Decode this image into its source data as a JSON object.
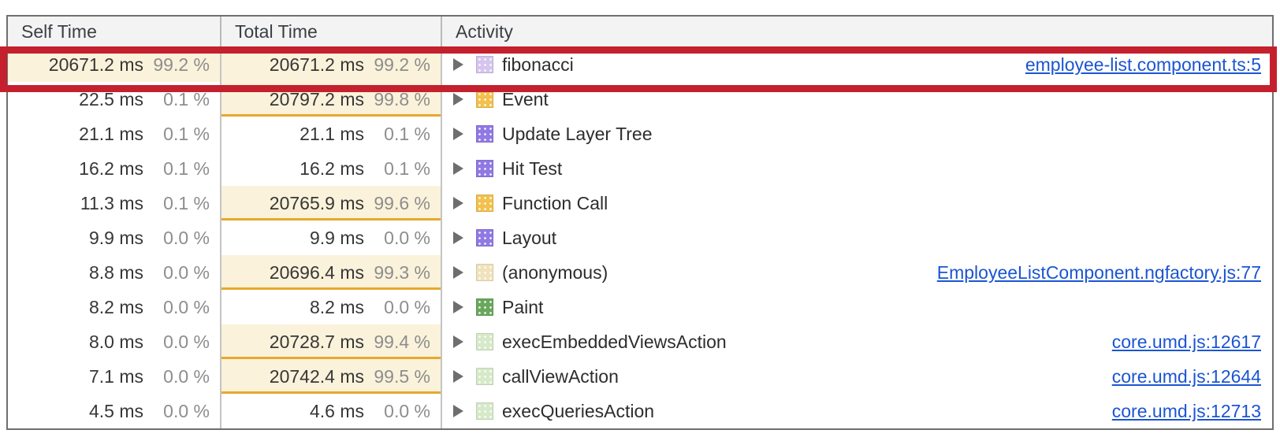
{
  "table": {
    "header": {
      "self_time": "Self Time",
      "total_time": "Total Time",
      "activity": "Activity"
    },
    "rows": [
      {
        "self": {
          "ms": "20671.2 ms",
          "pct": "99.2 %",
          "highlighted": true,
          "bar": false
        },
        "total": {
          "ms": "20671.2 ms",
          "pct": "99.2 %",
          "highlighted": true,
          "bar": false
        },
        "icon": {
          "name": "js-frame-icon",
          "color": "#d5c5ee"
        },
        "label": "fibonacci",
        "link": "employee-list.component.ts:5"
      },
      {
        "self": {
          "ms": "22.5 ms",
          "pct": "0.1 %",
          "highlighted": false,
          "bar": false
        },
        "total": {
          "ms": "20797.2 ms",
          "pct": "99.8 %",
          "highlighted": true,
          "bar": true
        },
        "icon": {
          "name": "event-icon",
          "color": "#f2c14e"
        },
        "label": "Event",
        "link": ""
      },
      {
        "self": {
          "ms": "21.1 ms",
          "pct": "0.1 %",
          "highlighted": false,
          "bar": false
        },
        "total": {
          "ms": "21.1 ms",
          "pct": "0.1 %",
          "highlighted": false,
          "bar": false
        },
        "icon": {
          "name": "rendering-icon",
          "color": "#9179e4"
        },
        "label": "Update Layer Tree",
        "link": ""
      },
      {
        "self": {
          "ms": "16.2 ms",
          "pct": "0.1 %",
          "highlighted": false,
          "bar": false
        },
        "total": {
          "ms": "16.2 ms",
          "pct": "0.1 %",
          "highlighted": false,
          "bar": false
        },
        "icon": {
          "name": "rendering-icon",
          "color": "#9179e4"
        },
        "label": "Hit Test",
        "link": ""
      },
      {
        "self": {
          "ms": "11.3 ms",
          "pct": "0.1 %",
          "highlighted": false,
          "bar": false
        },
        "total": {
          "ms": "20765.9 ms",
          "pct": "99.6 %",
          "highlighted": true,
          "bar": true
        },
        "icon": {
          "name": "scripting-icon",
          "color": "#f2c14e"
        },
        "label": "Function Call",
        "link": ""
      },
      {
        "self": {
          "ms": "9.9 ms",
          "pct": "0.0 %",
          "highlighted": false,
          "bar": false
        },
        "total": {
          "ms": "9.9 ms",
          "pct": "0.0 %",
          "highlighted": false,
          "bar": false
        },
        "icon": {
          "name": "rendering-icon",
          "color": "#9179e4"
        },
        "label": "Layout",
        "link": ""
      },
      {
        "self": {
          "ms": "8.8 ms",
          "pct": "0.0 %",
          "highlighted": false,
          "bar": false
        },
        "total": {
          "ms": "20696.4 ms",
          "pct": "99.3 %",
          "highlighted": true,
          "bar": true
        },
        "icon": {
          "name": "anonymous-function-icon",
          "color": "#f0e2ba"
        },
        "label": "(anonymous)",
        "link": "EmployeeListComponent.ngfactory.js:77"
      },
      {
        "self": {
          "ms": "8.2 ms",
          "pct": "0.0 %",
          "highlighted": false,
          "bar": false
        },
        "total": {
          "ms": "8.2 ms",
          "pct": "0.0 %",
          "highlighted": false,
          "bar": false
        },
        "icon": {
          "name": "painting-icon",
          "color": "#69a75c"
        },
        "label": "Paint",
        "link": ""
      },
      {
        "self": {
          "ms": "8.0 ms",
          "pct": "0.0 %",
          "highlighted": false,
          "bar": false
        },
        "total": {
          "ms": "20728.7 ms",
          "pct": "99.4 %",
          "highlighted": true,
          "bar": true
        },
        "icon": {
          "name": "js-frame-icon",
          "color": "#d6e9c8"
        },
        "label": "execEmbeddedViewsAction",
        "link": "core.umd.js:12617"
      },
      {
        "self": {
          "ms": "7.1 ms",
          "pct": "0.0 %",
          "highlighted": false,
          "bar": false
        },
        "total": {
          "ms": "20742.4 ms",
          "pct": "99.5 %",
          "highlighted": true,
          "bar": true
        },
        "icon": {
          "name": "js-frame-icon",
          "color": "#d6e9c8"
        },
        "label": "callViewAction",
        "link": "core.umd.js:12644"
      },
      {
        "self": {
          "ms": "4.5 ms",
          "pct": "0.0 %",
          "highlighted": false,
          "bar": false
        },
        "total": {
          "ms": "4.6 ms",
          "pct": "0.0 %",
          "highlighted": false,
          "bar": false
        },
        "icon": {
          "name": "js-frame-icon",
          "color": "#d6e9c8"
        },
        "label": "execQueriesAction",
        "link": "core.umd.js:12713"
      }
    ]
  },
  "annotation": {
    "type": "highlight-box",
    "highlighted_row_label": "fibonacci",
    "color": "#c4202e"
  },
  "colors": {
    "highlight_cell_bg": "#faf2da",
    "bar_underline": "#e7a82d",
    "link_blue": "#1b55d2",
    "header_bg": "#f3f3f3"
  }
}
